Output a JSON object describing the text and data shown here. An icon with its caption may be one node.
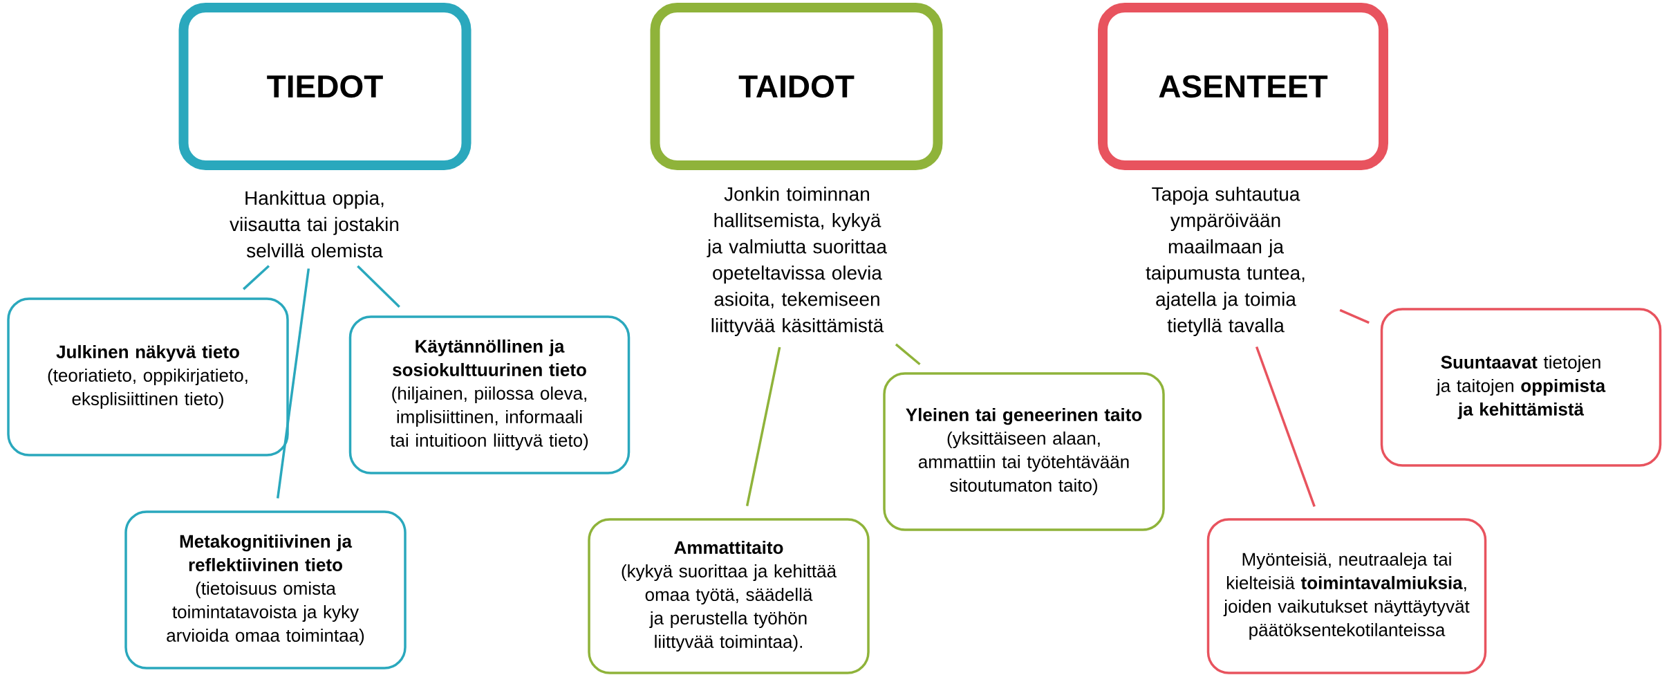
{
  "diagram": {
    "nodes": [
      {
        "text": [
          "TIEDOT"
        ]
      },
      {
        "text": [
          "Hankittua oppia, viisautta tai jostakin selvillä olemista"
        ]
      },
      {
        "text": [
          "Julkinen näkyvä tieto",
          "(teoriatieto, oppikirjatieto, eksplisiittinen tieto)"
        ]
      },
      {
        "text": [
          "Käytännöllinen ja sosiokulttuurinen tieto",
          "(hiljainen, piilossa oleva, implisiittinen, informaali tai intuitioon liittyvä tieto)"
        ]
      },
      {
        "text": [
          "Metakognitiivinen ja reflektiivinen tieto",
          "(tietoisuus omista toimintatavoista ja kyky arvioida omaa toimintaa)"
        ]
      },
      {
        "text": [
          "TAIDOT"
        ]
      },
      {
        "text": [
          "Jonkin toiminnan hallitsemista, kykyä ja valmiutta suorittaa opeteltavissa olevia asioita, tekemiseen liittyvää käsittämistä"
        ]
      },
      {
        "text": [
          "Yleinen tai geneerinen taito",
          "(yksittäiseen alaan, ammattiin tai työtehtävään sitoutumaton taito)"
        ]
      },
      {
        "text": [
          "Ammattitaito",
          "(kykyä suorittaa ja kehittää omaa työtä, säädellä ja perustella työhön liittyvää toimintaa)."
        ]
      },
      {
        "text": [
          "ASENTEET"
        ]
      },
      {
        "text": [
          "Tapoja suhtautua ympäröivään maailmaan ja taipumusta tuntea, ajatella ja toimia tietyllä tavalla"
        ]
      },
      {
        "text": [
          "**Suuntaavat** tietojen ja taitojen **oppimista ja kehittämistä**"
        ]
      },
      {
        "text": [
          "Myönteisiä, neutraaleja tai kielteisiä **toimintavalmiuksia**, joiden vaikutukset näyttäytyvät päätöksentekotilanteissa"
        ]
      }
    ],
    "edges": [
      {
        "from": 1,
        "to": 2,
        "arrow": "none",
        "color": "#2aa8bd"
      },
      {
        "from": 1,
        "to": 4,
        "arrow": "none",
        "color": "#2aa8bd"
      },
      {
        "from": 1,
        "to": 3,
        "arrow": "none",
        "color": "#2aa8bd"
      },
      {
        "from": 6,
        "to": 8,
        "arrow": "none",
        "color": "#8fb33a"
      },
      {
        "from": 6,
        "to": 7,
        "arrow": "none",
        "color": "#8fb33a"
      },
      {
        "from": 10,
        "to": 11,
        "arrow": "none",
        "color": "#e8535e"
      },
      {
        "from": 10,
        "to": 12,
        "arrow": "none",
        "color": "#e8535e"
      }
    ]
  }
}
